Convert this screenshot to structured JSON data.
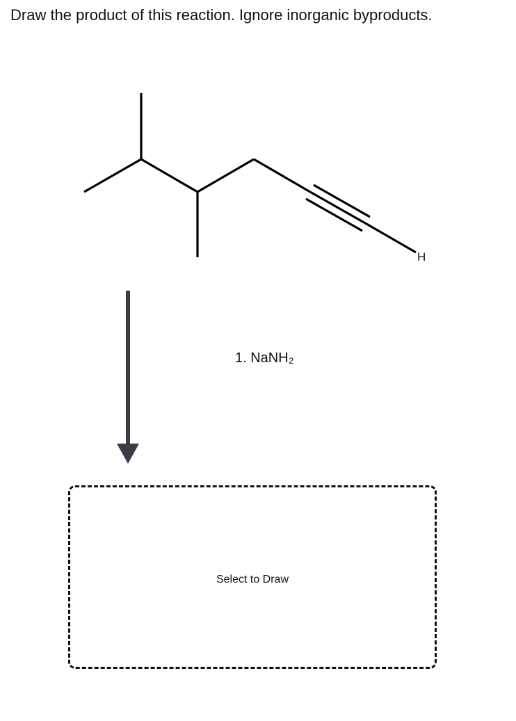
{
  "question": {
    "text": "Draw the product of this reaction. Ignore inorganic byproducts."
  },
  "structure": {
    "atom_labels": {
      "terminal_h": "H"
    }
  },
  "reaction": {
    "reagent": "1. NaNH₂"
  },
  "answer_box": {
    "label": "Select to Draw"
  },
  "colors": {
    "bond": "#000000",
    "arrow": "#3a3d46",
    "text": "#111111"
  }
}
